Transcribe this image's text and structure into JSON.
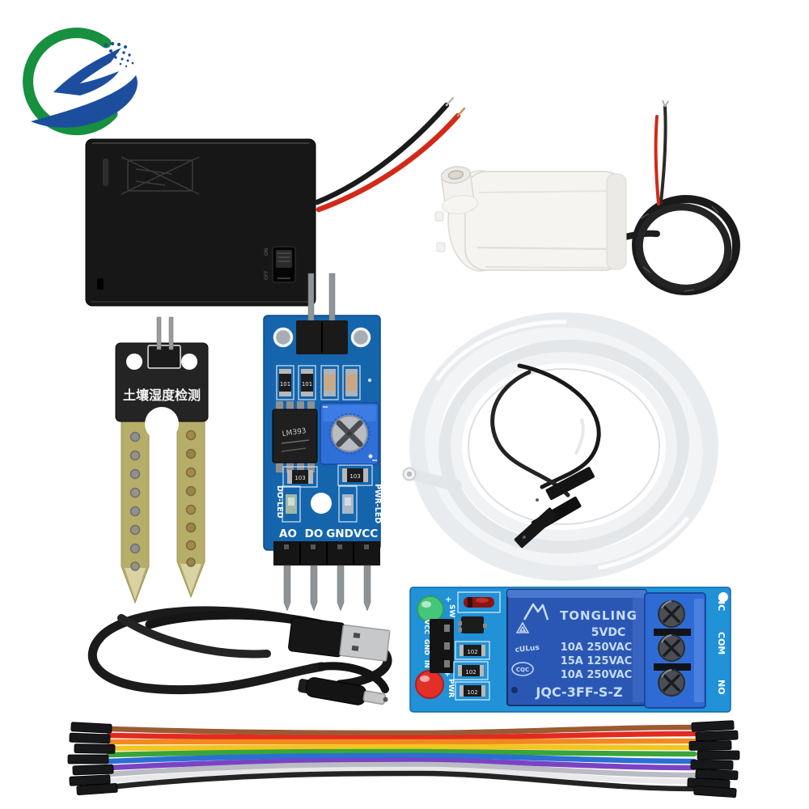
{
  "scene": {
    "description": "Product photo of a soil-moisture automatic watering electronics kit on white background"
  },
  "colors": {
    "logo_green": "#17903f",
    "logo_blue": "#1d4e9e",
    "battery_box": "#171717",
    "wire_red": "#d22a18",
    "wire_black": "#1b1b1b",
    "pump_white": "#f5f4f1",
    "tube_gray": "#e9ecef",
    "prong_khaki": "#b6ad68",
    "sensor_pcb": "#1565ad",
    "relay_pcb": "#2191d8",
    "relay_body": "#2b57b4",
    "terminal_block": "#2f6bd4",
    "led_green": "#46c57c",
    "led_red": "#e23028",
    "silk_white": "#ffffff",
    "relay_text": "#c6dcf8"
  },
  "battery_holder": {
    "switch_on": "ON",
    "switch_off": "OFF"
  },
  "soil_sensor": {
    "label": "土壤湿度检测"
  },
  "sensor_module": {
    "ic_label": "LM393",
    "do_led_label": "DO-LED",
    "pwr_led_label": "PWR-LED",
    "pins": [
      "AO",
      "DO",
      "GND",
      "VCC"
    ],
    "res_codes": [
      "101",
      "101",
      "103",
      "103"
    ]
  },
  "relay_module": {
    "brand": "TONGLING",
    "voltage": "5VDC",
    "ratings": [
      "10A 250VAC",
      "15A 125VAC",
      "10A 250VAC"
    ],
    "model": "JQC-3FF-S-Z",
    "plus": "+",
    "sw_label": "SW",
    "pwr_label": "PWR",
    "in_pins": [
      "VCC",
      "GND",
      "IN"
    ],
    "out_pins": [
      "NC",
      "COM",
      "NO"
    ],
    "cert_ul": "cULus",
    "cert_cqc": "CQC",
    "res_codes": [
      "102",
      "102",
      "102"
    ]
  },
  "jumper_wires": {
    "count": 10,
    "color_names": [
      "brown",
      "red",
      "orange",
      "yellow",
      "green",
      "blue",
      "purple",
      "gray",
      "white",
      "black"
    ],
    "hex": [
      "#9c5a33",
      "#e32a20",
      "#f28a1f",
      "#f2c51f",
      "#3aa43a",
      "#2a6fd4",
      "#7b43c4",
      "#b9bcc2",
      "#e9e9ec",
      "#242424"
    ]
  }
}
